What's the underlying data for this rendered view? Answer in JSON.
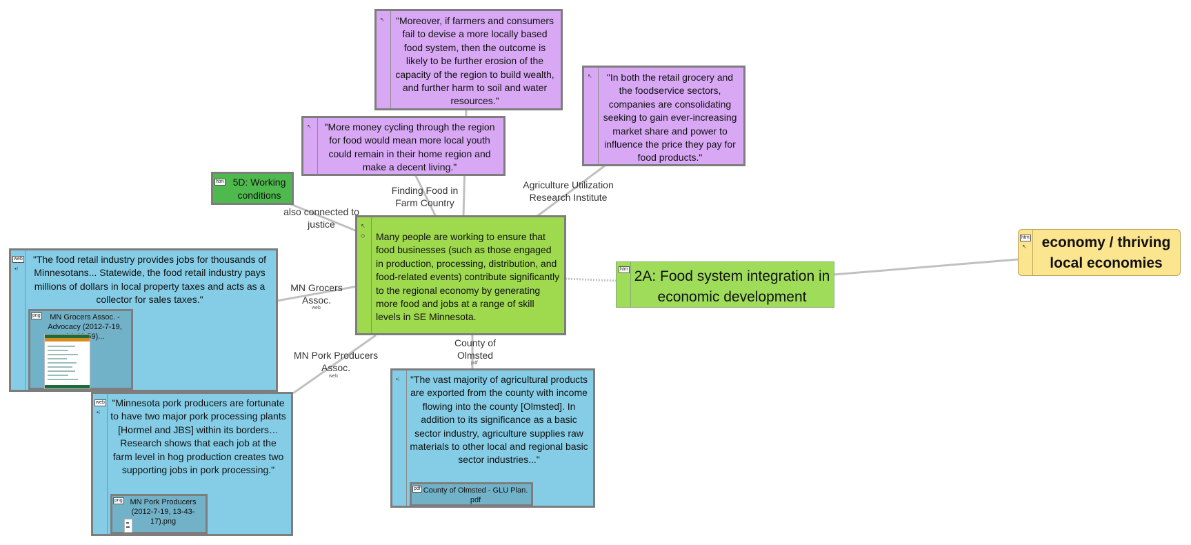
{
  "nodes": {
    "quote_moreover": "\"Moreover, if farmers and consumers fail to devise a more locally based food system, then the outcome is likely to be further erosion of the capacity of the region to build wealth, and further harm to soil and water resources.\"",
    "quote_money": "\"More money cycling through the region for food would mean more local youth could remain in their home region and make a decent living.\"",
    "quote_retail": "\"In both the retail grocery and the foodservice sectors, companies are consolidating seeking to gain ever-increasing market share and power to influence the price they pay for food products.\"",
    "working_conditions": "5D: Working conditions",
    "central": "Many people are working to ensure that food businesses (such as those engaged in production, processing, distribution, and food-related events) contribute significantly to the regional economy by generating more food and jobs at a range of skill levels in SE Minnesota.",
    "integration": "2A: Food system integration in economic development",
    "economy": "economy / thriving local economies",
    "quote_grocers": "\"The food retail industry provides jobs for thousands of Minnesotans... Statewide, the food retail industry pays millions of dollars in local property taxes and acts as a collector for sales taxes.\"",
    "grocers_attachment": "MN Grocers Assoc. - Advocacy (2012-7-19, 14-41-59)...",
    "quote_pork": "\"Minnesota pork producers are fortunate to have two major pork processing plants [Hormel and JBS] within its borders… Research shows that each job at the farm level in hog production creates two supporting jobs in pork processing.\"",
    "pork_attachment": "MN Pork Producers (2012-7-19, 13-43-17).png",
    "quote_olmsted": "\"The vast majority of agricultural products are exported from the county with income flowing into the county [Olmsted]. In addition to its significance as a basic sector industry, agriculture supplies raw materials to other local and regional basic sector industries...\"",
    "olmsted_attachment": "County of Olmsted - GLU Plan. pdf"
  },
  "edge_labels": {
    "finding_food": "Finding Food in Farm Country",
    "agri_institute": "Agriculture Utilization Research Institute",
    "also_connected": "also connected to justice",
    "mn_grocers": "MN Grocers Assoc.",
    "mn_pork": "MN Pork Producers Assoc.",
    "olmsted": "County of Olmsted"
  },
  "tags": {
    "htm": "htm",
    "web": "web",
    "pdf": "pdf",
    "png": "png"
  },
  "colors": {
    "purple": "#d8a8f5",
    "blue": "#85cde6",
    "green": "#9ed94e",
    "dark_green": "#4eba4e",
    "yellow": "#fce58f",
    "edge": "#c0c0c0"
  }
}
